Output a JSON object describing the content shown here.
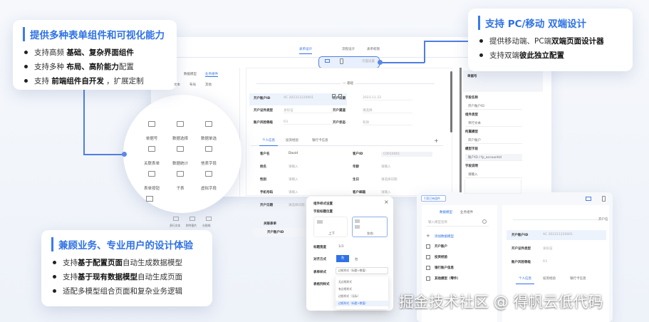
{
  "callouts": [
    {
      "title": "提供多种表单组件和可视化能力",
      "items": [
        {
          "pre": "支持高频 ",
          "bold": "基础、复杂界面组件",
          "post": ""
        },
        {
          "pre": "支持多种 ",
          "bold": "布局、高阶能力",
          "post": "配置"
        },
        {
          "pre": "支持 ",
          "bold": "前端组件自开发",
          "post": " ，扩展定制"
        }
      ]
    },
    {
      "title": "支持 PC/移动 双端设计",
      "items": [
        {
          "pre": "提供移动端、PC端",
          "bold": "双端页面设计器",
          "post": ""
        },
        {
          "pre": "支持双端",
          "bold": "彼此独立配置",
          "post": ""
        }
      ]
    },
    {
      "title": "兼顾业务、专业用户的设计体验",
      "items": [
        {
          "pre": "支持",
          "bold": "基于配置页面",
          "post": "自动生成数据模型"
        },
        {
          "pre": "支持",
          "bold": "基于现有数据模型",
          "post": "自动生成页面"
        },
        {
          "pre": "适配多模型组合页面和复杂业务逻辑",
          "bold": "",
          "post": ""
        }
      ]
    }
  ],
  "designer": {
    "top_tabs": [
      "表单设计",
      "流程设计",
      "表单权限",
      "页面设置"
    ],
    "device_icons": [
      "desktop-icon",
      "mobile-icon"
    ],
    "left_tabs": [
      "数据模型",
      "业务组件"
    ],
    "left_sub": [
      "文本",
      "布局",
      "其他"
    ],
    "bottom_components": [
      "多行文本",
      "附件图片",
      "分割线"
    ],
    "section_title": "— 基础",
    "fields": [
      {
        "label": "开户账户ID",
        "value": "AC 202311220001"
      },
      {
        "label": "开户日期",
        "value": "2023-11-22"
      },
      {
        "label": "开户证件类型",
        "value": "身份证"
      },
      {
        "label": "开户渠道",
        "value": "请选择"
      },
      {
        "label": "账户风险等级",
        "value": "R3"
      },
      {
        "label": "开户状态",
        "value": "有效"
      }
    ],
    "inner_tabs": [
      "个人信息",
      "投资经验",
      "银行卡信息"
    ],
    "person_fields": [
      {
        "label": "客户名",
        "value": "David"
      },
      {
        "label": "客户ID",
        "value": "C0010001"
      },
      {
        "label": "姓名",
        "value": "请输入"
      },
      {
        "label": "年龄",
        "value": "请输入"
      },
      {
        "label": "性别",
        "value": "请输入"
      },
      {
        "label": "生日",
        "value": "请选择日期"
      },
      {
        "label": "手机号码",
        "value": "请输入"
      },
      {
        "label": "客户邮箱",
        "value": "请输入"
      },
      {
        "label": "开户日期",
        "value": "请选择日期"
      }
    ],
    "related": "关联表单",
    "related_row": "开户账户ID",
    "props": [
      {
        "label": "字段名称",
        "value": "开户账户ID"
      },
      {
        "label": "组件类型",
        "value": "单行文本"
      },
      {
        "label": "所属模型",
        "value": "开户账户"
      },
      {
        "label": "模型字段",
        "value": "账户ID / fp_accountid"
      },
      {
        "label": "字段说明",
        "value": "请输入"
      }
    ],
    "props_top": "单据号"
  },
  "magnifier": {
    "components": [
      "单据号",
      "数据选择",
      "数据单选",
      "关联表单",
      "数据统计",
      "他表字段",
      "表单按钮",
      "子表",
      "虚拟字段"
    ]
  },
  "dialog": {
    "title": "组件样式设置",
    "close": "×",
    "section": "字段标题位置",
    "options": [
      "上下",
      "左右"
    ],
    "rows": [
      {
        "label": "标题宽度",
        "value": "1/3"
      },
      {
        "label": "对齐方式",
        "value": ""
      }
    ],
    "align": [
      "左",
      "右"
    ],
    "style_label": "表单样式",
    "style_value": "边框样式（标题+数值）",
    "child_label": "表格列样式",
    "menu": [
      "无边框样式",
      "有边框样式",
      "边框样式（无标）",
      "边框样式（标题+数值）"
    ]
  },
  "window2": {
    "button": "引用已有组件",
    "tabs": [
      "数据模型",
      "业务组件"
    ],
    "search": "输入模型名称",
    "add": "添加数据模型",
    "models": [
      "开户账户",
      "投资经验",
      "银行账户信息",
      "其他模型（零件）"
    ],
    "fields": [
      {
        "label": "开户账户ID",
        "value": "AC 202311220001"
      },
      {
        "label": "开户证件类型",
        "value": "身份证"
      },
      {
        "label": "账户风险等级",
        "value": "R3"
      }
    ],
    "inner_tabs": [
      "个人信息",
      "投资经验",
      "银行卡信息"
    ],
    "section": "开户信"
  },
  "watermark": "掘金技术社区 @ 得帆云低代码",
  "colors": {
    "accent": "#2f72e6",
    "connector": "#4f7ee0"
  }
}
